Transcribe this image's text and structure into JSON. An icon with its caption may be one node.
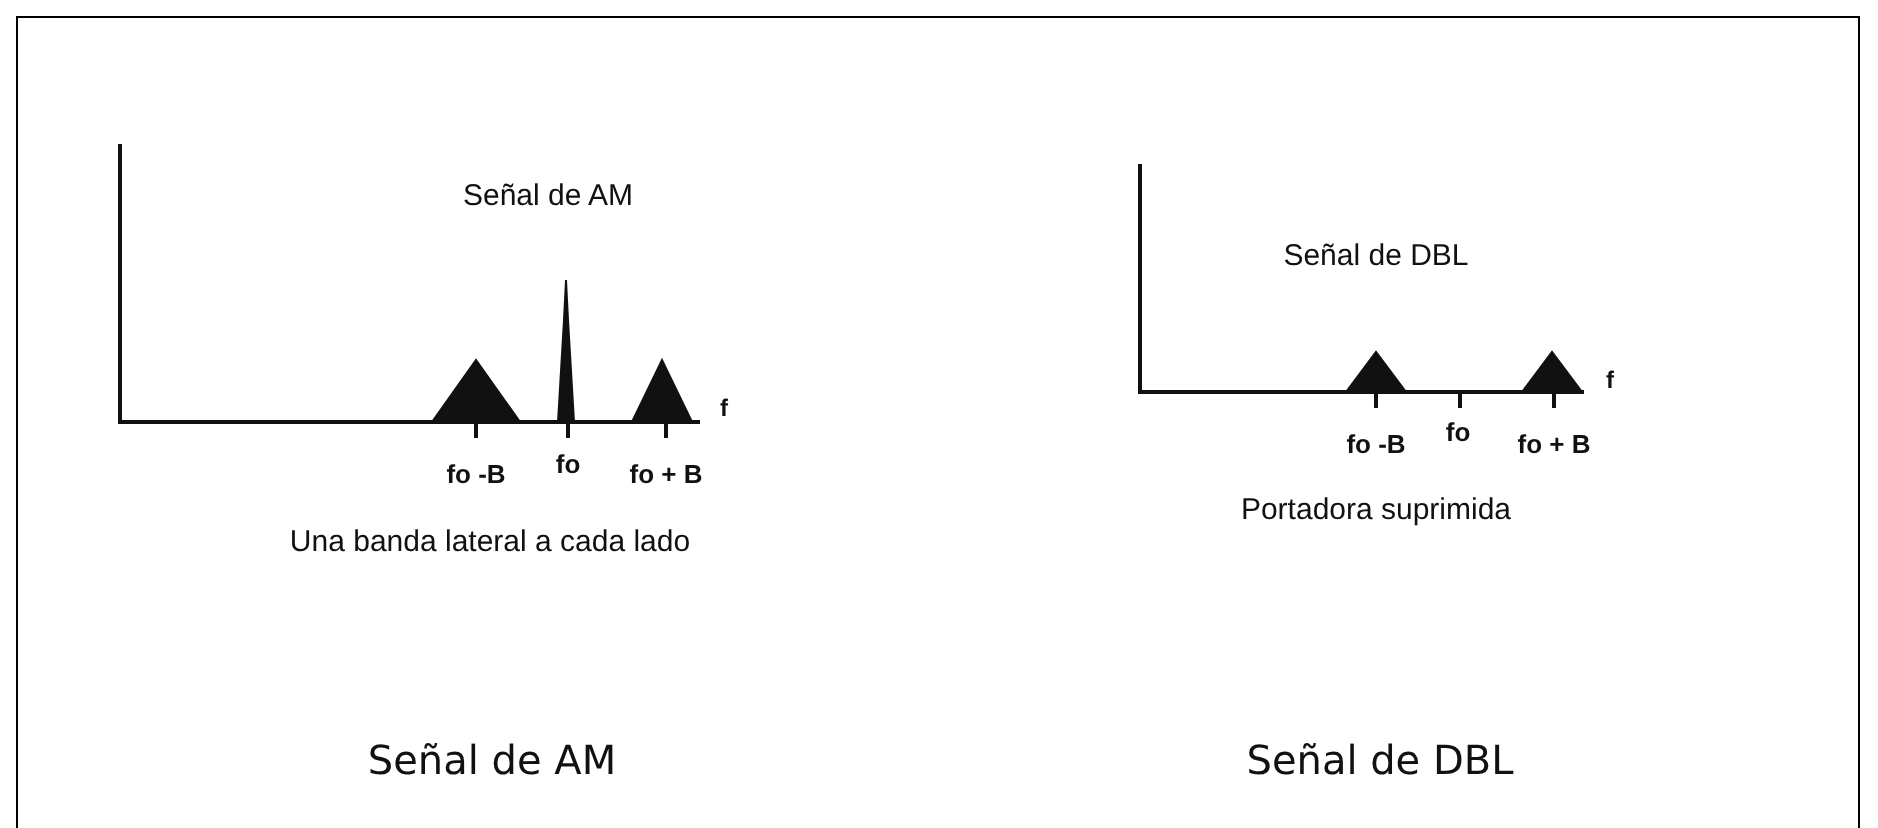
{
  "diagram": {
    "labels": [
      "Señal de AM",
      "f",
      "fo -B",
      "fo",
      "fo + B",
      "Una banda lateral a cada lado",
      "Señal de DBL",
      "f",
      "fo -B",
      "fo",
      "fo + B",
      "Portadora suprimida",
      "Señal de AM",
      "Señal de DBL"
    ]
  }
}
